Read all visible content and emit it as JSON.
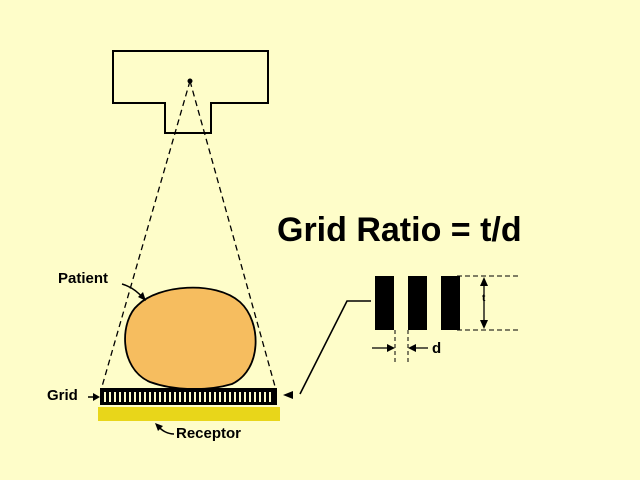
{
  "diagram": {
    "title": "Grid Ratio = t/d",
    "labels": {
      "patient": "Patient",
      "grid": "Grid",
      "receptor": "Receptor",
      "t": "t",
      "d": "d"
    },
    "colors": {
      "background": "#fefdc9",
      "patient": "#f6bd5f",
      "receptor": "#e8d61a",
      "ink": "#000000"
    },
    "grid_strip_count": 3
  }
}
